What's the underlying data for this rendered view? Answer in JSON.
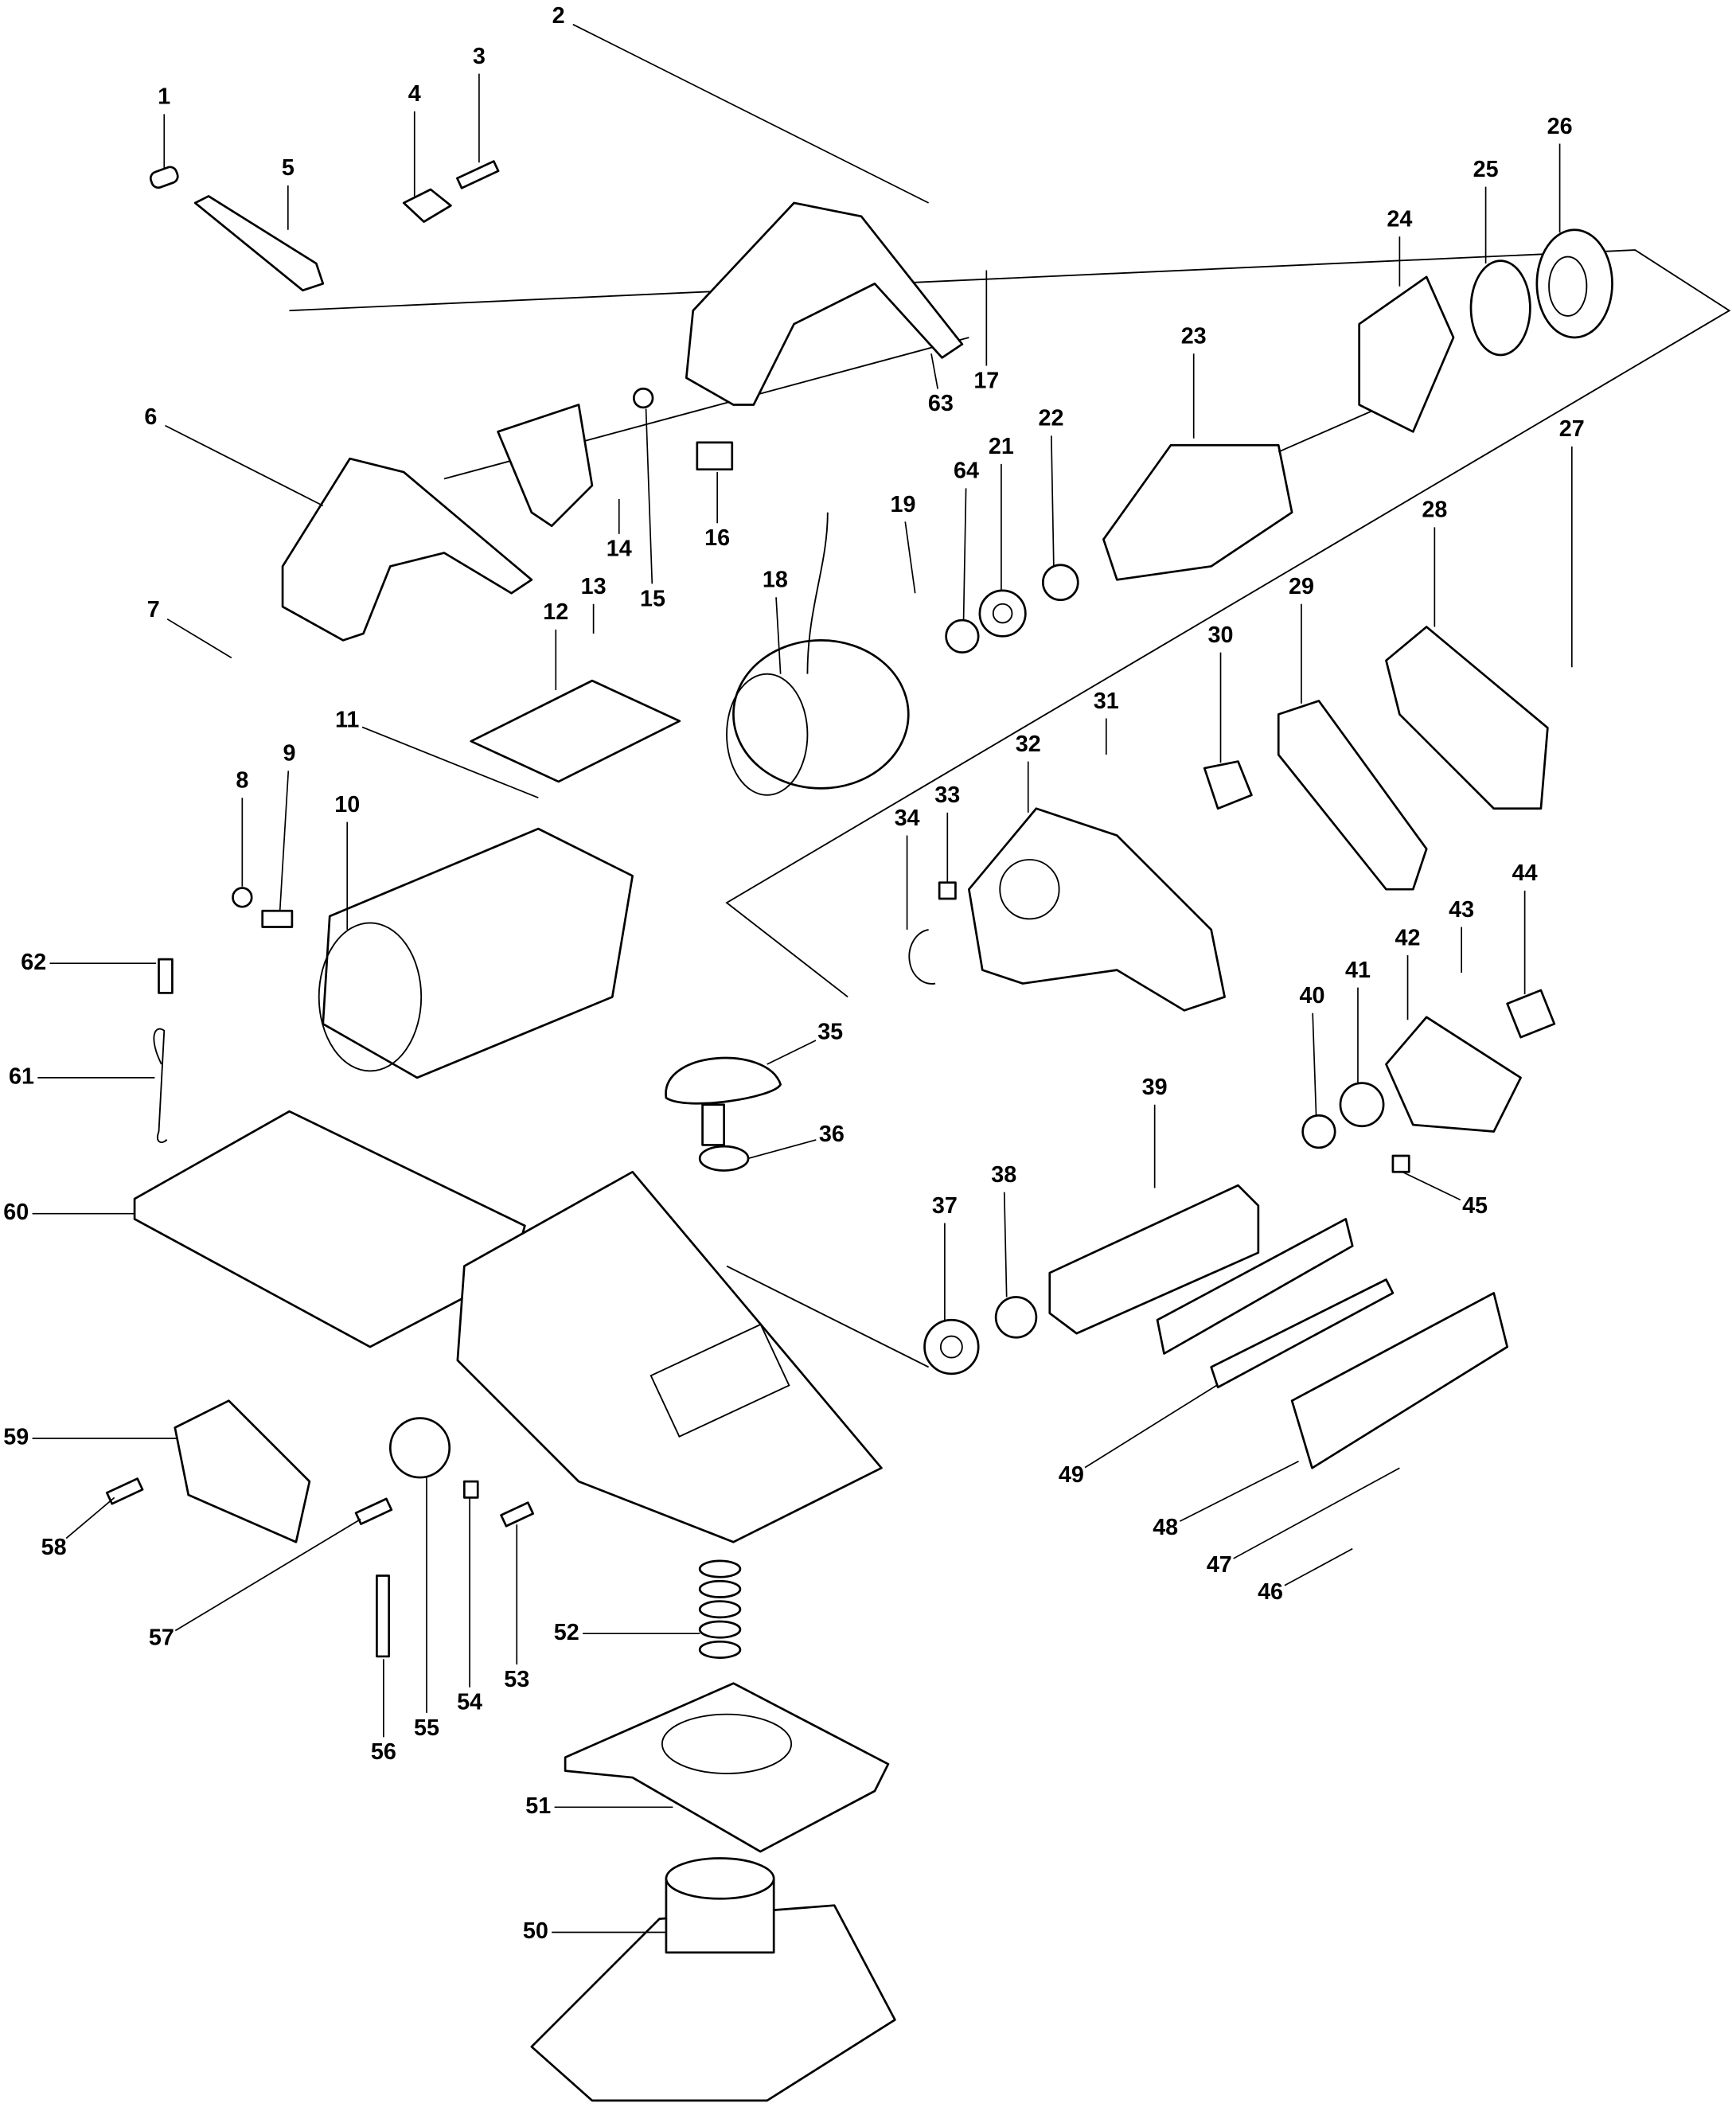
{
  "diagram": {
    "type": "exploded-parts-diagram",
    "part_numbers": [
      "1",
      "2",
      "3",
      "4",
      "5",
      "6",
      "7",
      "8",
      "9",
      "10",
      "11",
      "12",
      "13",
      "14",
      "15",
      "16",
      "17",
      "18",
      "19",
      "21",
      "22",
      "23",
      "24",
      "25",
      "26",
      "27",
      "28",
      "29",
      "30",
      "31",
      "32",
      "33",
      "34",
      "35",
      "36",
      "37",
      "38",
      "39",
      "40",
      "41",
      "42",
      "43",
      "44",
      "45",
      "46",
      "47",
      "48",
      "49",
      "50",
      "51",
      "52",
      "53",
      "54",
      "55",
      "56",
      "57",
      "58",
      "59",
      "60",
      "61",
      "62",
      "63",
      "64"
    ]
  }
}
